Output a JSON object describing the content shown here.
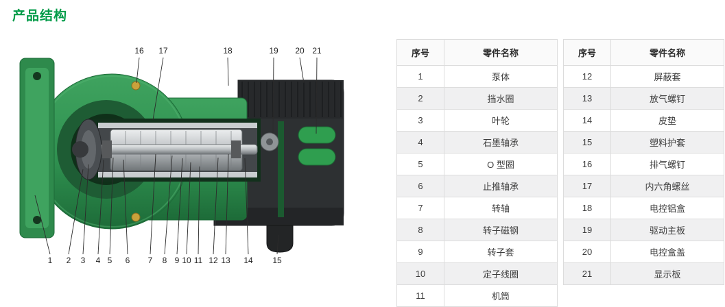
{
  "page": {
    "title": "产品结构"
  },
  "colors": {
    "title_green": "#009B48",
    "pump_green": "#2F9150",
    "pump_green_dark": "#1D6B38",
    "pump_green_light": "#58B974",
    "housing_dark": "#2D3032",
    "capacitor_green": "#2F9E4F",
    "metal_light": "#D8DADC",
    "brass": "#C9A23B"
  },
  "diagram": {
    "description": "pump-cutaway-with-numbered-callouts",
    "callouts_top": [
      "16",
      "17",
      "18",
      "19",
      "20",
      "21"
    ],
    "callouts_bottom": [
      "1",
      "2",
      "3",
      "4",
      "5",
      "6",
      "7",
      "8",
      "9",
      "10",
      "11",
      "12",
      "13",
      "14",
      "15"
    ]
  },
  "tables": [
    {
      "headers": [
        "序号",
        "零件名称"
      ],
      "rows": [
        [
          "1",
          "泵体"
        ],
        [
          "2",
          "挡水圈"
        ],
        [
          "3",
          "叶轮"
        ],
        [
          "4",
          "石墨轴承"
        ],
        [
          "5",
          "O 型圈"
        ],
        [
          "6",
          "止推轴承"
        ],
        [
          "7",
          "转轴"
        ],
        [
          "8",
          "转子磁钢"
        ],
        [
          "9",
          "转子套"
        ],
        [
          "10",
          "定子线圈"
        ],
        [
          "11",
          "机筒"
        ]
      ]
    },
    {
      "headers": [
        "序号",
        "零件名称"
      ],
      "rows": [
        [
          "12",
          "屏蔽套"
        ],
        [
          "13",
          "放气螺钉"
        ],
        [
          "14",
          "皮垫"
        ],
        [
          "15",
          "塑料护套"
        ],
        [
          "16",
          "排气螺钉"
        ],
        [
          "17",
          "内六角螺丝"
        ],
        [
          "18",
          "电控铝盒"
        ],
        [
          "19",
          "驱动主板"
        ],
        [
          "20",
          "电控盒盖"
        ],
        [
          "21",
          "显示板"
        ]
      ]
    }
  ]
}
